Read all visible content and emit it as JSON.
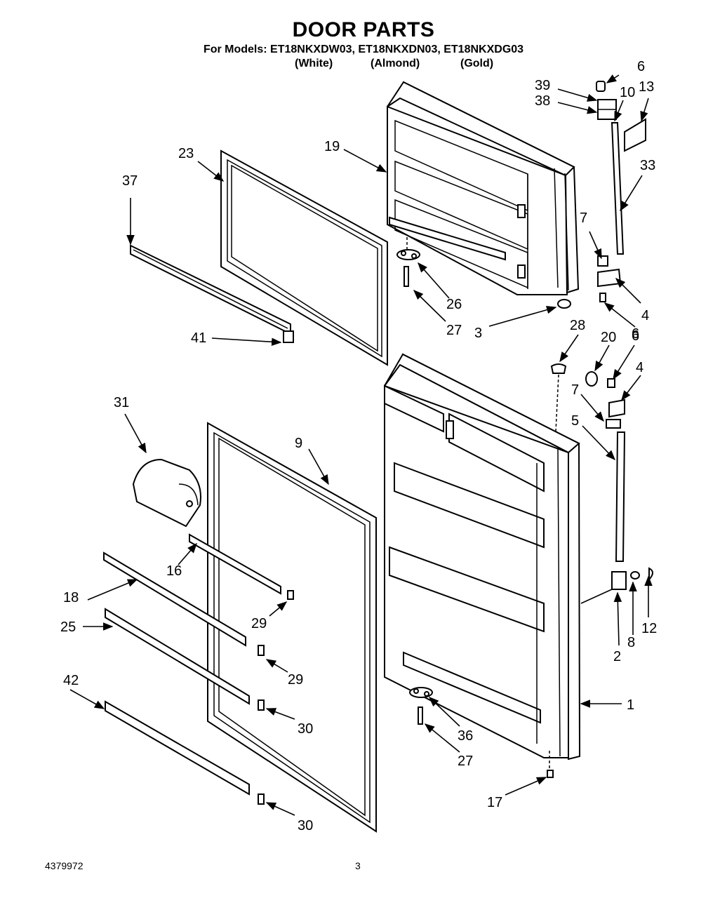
{
  "title": "DOOR PARTS",
  "models_line": "For Models: ET18NKXDW03, ET18NKXDN03, ET18NKXDG03",
  "colors": [
    "(White)",
    "(Almond)",
    "(Gold)"
  ],
  "footer": {
    "doc_number": "4379972",
    "page_number": "3"
  },
  "callouts": {
    "n1": "1",
    "n2": "2",
    "n3": "3",
    "n4a": "4",
    "n4b": "4",
    "n5": "5",
    "n6a": "6",
    "n6b": "6",
    "n6c": "6",
    "n7a": "7",
    "n7b": "7",
    "n8": "8",
    "n9": "9",
    "n10": "10",
    "n12": "12",
    "n13": "13",
    "n16": "16",
    "n17": "17",
    "n18": "18",
    "n19": "19",
    "n20": "20",
    "n23": "23",
    "n25": "25",
    "n26": "26",
    "n27a": "27",
    "n27b": "27",
    "n28": "28",
    "n29a": "29",
    "n29b": "29",
    "n30a": "30",
    "n30b": "30",
    "n31": "31",
    "n33": "33",
    "n36": "36",
    "n37": "37",
    "n38": "38",
    "n39": "39",
    "n41": "41",
    "n42": "42"
  }
}
